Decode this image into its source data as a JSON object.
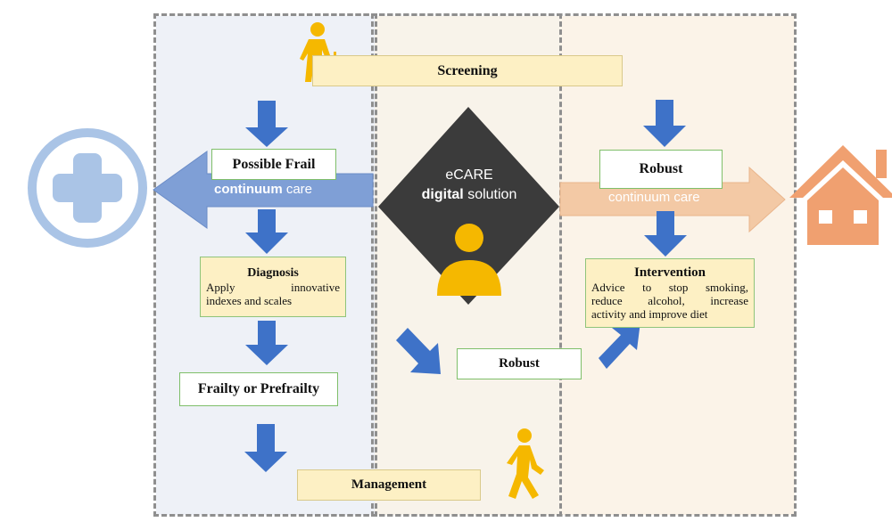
{
  "screening": "Screening",
  "possible_frail": "Possible Frail",
  "continuum_care_left": {
    "bold": "continuum",
    "rest": " care"
  },
  "continuum_care_right": "continuum care",
  "ecare": {
    "line1": "eCARE",
    "line2_bold": "digital",
    "line2_rest": " solution"
  },
  "robust_top": "Robust",
  "diagnosis": {
    "title": "Diagnosis",
    "lines": [
      "Apply innovative",
      "indexes and scales"
    ]
  },
  "intervention": {
    "title": "Intervention",
    "lines": [
      "Advice to stop smoking,",
      "reduce alcohol, increase",
      "activity and improve diet"
    ]
  },
  "robust_middle": "Robust",
  "frailty": "Frailty or Prefrailty",
  "management": "Management",
  "colors": {
    "blue_arrow": "#3e72c8",
    "care_left": "#7f9fd6",
    "care_right": "#f3c9a5",
    "hospital": "#aac4e6",
    "house": "#f0a070",
    "person": "#f5b800",
    "diamond": "#3b3b3b",
    "left_panel": "#eef1f7",
    "right_panel": "#fbf3e8"
  },
  "icons": [
    "elderly-person-icon",
    "hospital-cross-icon",
    "house-icon",
    "user-icon",
    "walking-person-icon"
  ]
}
